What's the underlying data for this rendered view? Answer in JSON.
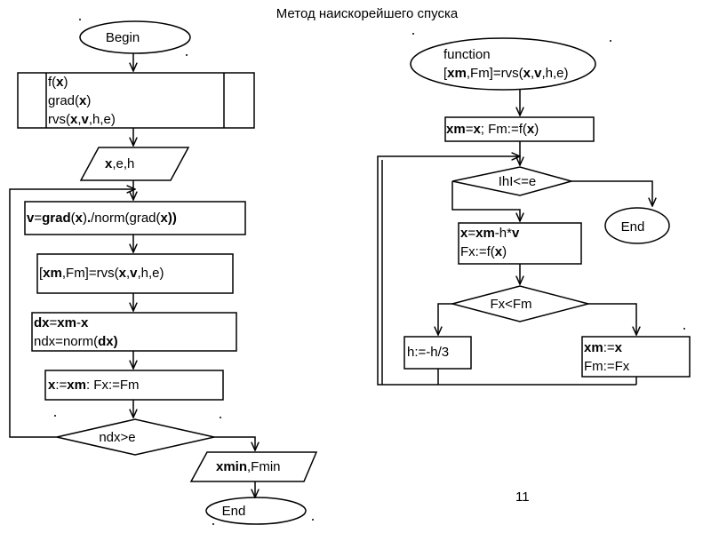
{
  "title": "Метод наискорейшего спуска",
  "page_number": "11",
  "left": {
    "begin": "Begin",
    "proc_lines": [
      [
        {
          "t": "f("
        },
        {
          "t": "x",
          "b": true
        },
        {
          "t": ")"
        }
      ],
      [
        {
          "t": "grad("
        },
        {
          "t": "x",
          "b": true
        },
        {
          "t": ")"
        }
      ],
      [
        {
          "t": "rvs("
        },
        {
          "t": "x",
          "b": true
        },
        {
          "t": ","
        },
        {
          "t": "v",
          "b": true
        },
        {
          "t": ",h,e)"
        }
      ]
    ],
    "input": [
      {
        "t": "x",
        "b": true
      },
      {
        "t": ",e,h"
      }
    ],
    "v_assign": [
      {
        "t": "v",
        "b": true
      },
      {
        "t": "="
      },
      {
        "t": "grad",
        "b": true
      },
      {
        "t": "("
      },
      {
        "t": "x",
        "b": true
      },
      {
        "t": ")"
      },
      {
        "t": ".",
        "b": true
      },
      {
        "t": "/norm(grad("
      },
      {
        "t": "x",
        "b": true
      },
      {
        "t": "))",
        "b": true
      }
    ],
    "rvs_call": [
      {
        "t": "["
      },
      {
        "t": "xm",
        "b": true
      },
      {
        "t": ",Fm]=rvs("
      },
      {
        "t": "x",
        "b": true
      },
      {
        "t": ","
      },
      {
        "t": "v",
        "b": true
      },
      {
        "t": ",h,e)"
      }
    ],
    "dx_lines": [
      [
        {
          "t": "dx",
          "b": true
        },
        {
          "t": "="
        },
        {
          "t": "xm",
          "b": true
        },
        {
          "t": "-"
        },
        {
          "t": "x",
          "b": true
        }
      ],
      [
        {
          "t": "ndx=norm("
        },
        {
          "t": "dx",
          "b": true
        },
        {
          "t": ")",
          "b": true
        }
      ]
    ],
    "x_update": [
      {
        "t": "x",
        "b": true
      },
      {
        "t": ":="
      },
      {
        "t": "xm",
        "b": true
      },
      {
        "t": ":  Fx:=Fm"
      }
    ],
    "cond": "ndx>e",
    "output": [
      {
        "t": "xmin",
        "b": true
      },
      {
        "t": ",Fmin"
      }
    ],
    "end": "End"
  },
  "right": {
    "function_lines": [
      [
        {
          "t": "function"
        }
      ],
      [
        {
          "t": "["
        },
        {
          "t": "xm",
          "b": true
        },
        {
          "t": ",Fm]=rvs("
        },
        {
          "t": "x",
          "b": true
        },
        {
          "t": ","
        },
        {
          "t": "v",
          "b": true
        },
        {
          "t": ",h,e)"
        }
      ]
    ],
    "init": [
      {
        "t": "xm",
        "b": true
      },
      {
        "t": "="
      },
      {
        "t": "x",
        "b": true
      },
      {
        "t": "; Fm:=f("
      },
      {
        "t": "x",
        "b": true
      },
      {
        "t": ")"
      }
    ],
    "cond_h": "IhI<=e",
    "end": "End",
    "step_lines": [
      [
        {
          "t": "x",
          "b": true
        },
        {
          "t": "="
        },
        {
          "t": "xm",
          "b": true
        },
        {
          "t": "-h*"
        },
        {
          "t": "v",
          "b": true
        }
      ],
      [
        {
          "t": "Fx:=f("
        },
        {
          "t": "x",
          "b": true
        },
        {
          "t": ")"
        }
      ]
    ],
    "cond_fx": "Fx<Fm",
    "shrink": "h:=-h/3",
    "accept_lines": [
      [
        {
          "t": "xm",
          "b": true
        },
        {
          "t": ":="
        },
        {
          "t": "x",
          "b": true
        }
      ],
      [
        {
          "t": "Fm:=Fx"
        }
      ]
    ]
  }
}
